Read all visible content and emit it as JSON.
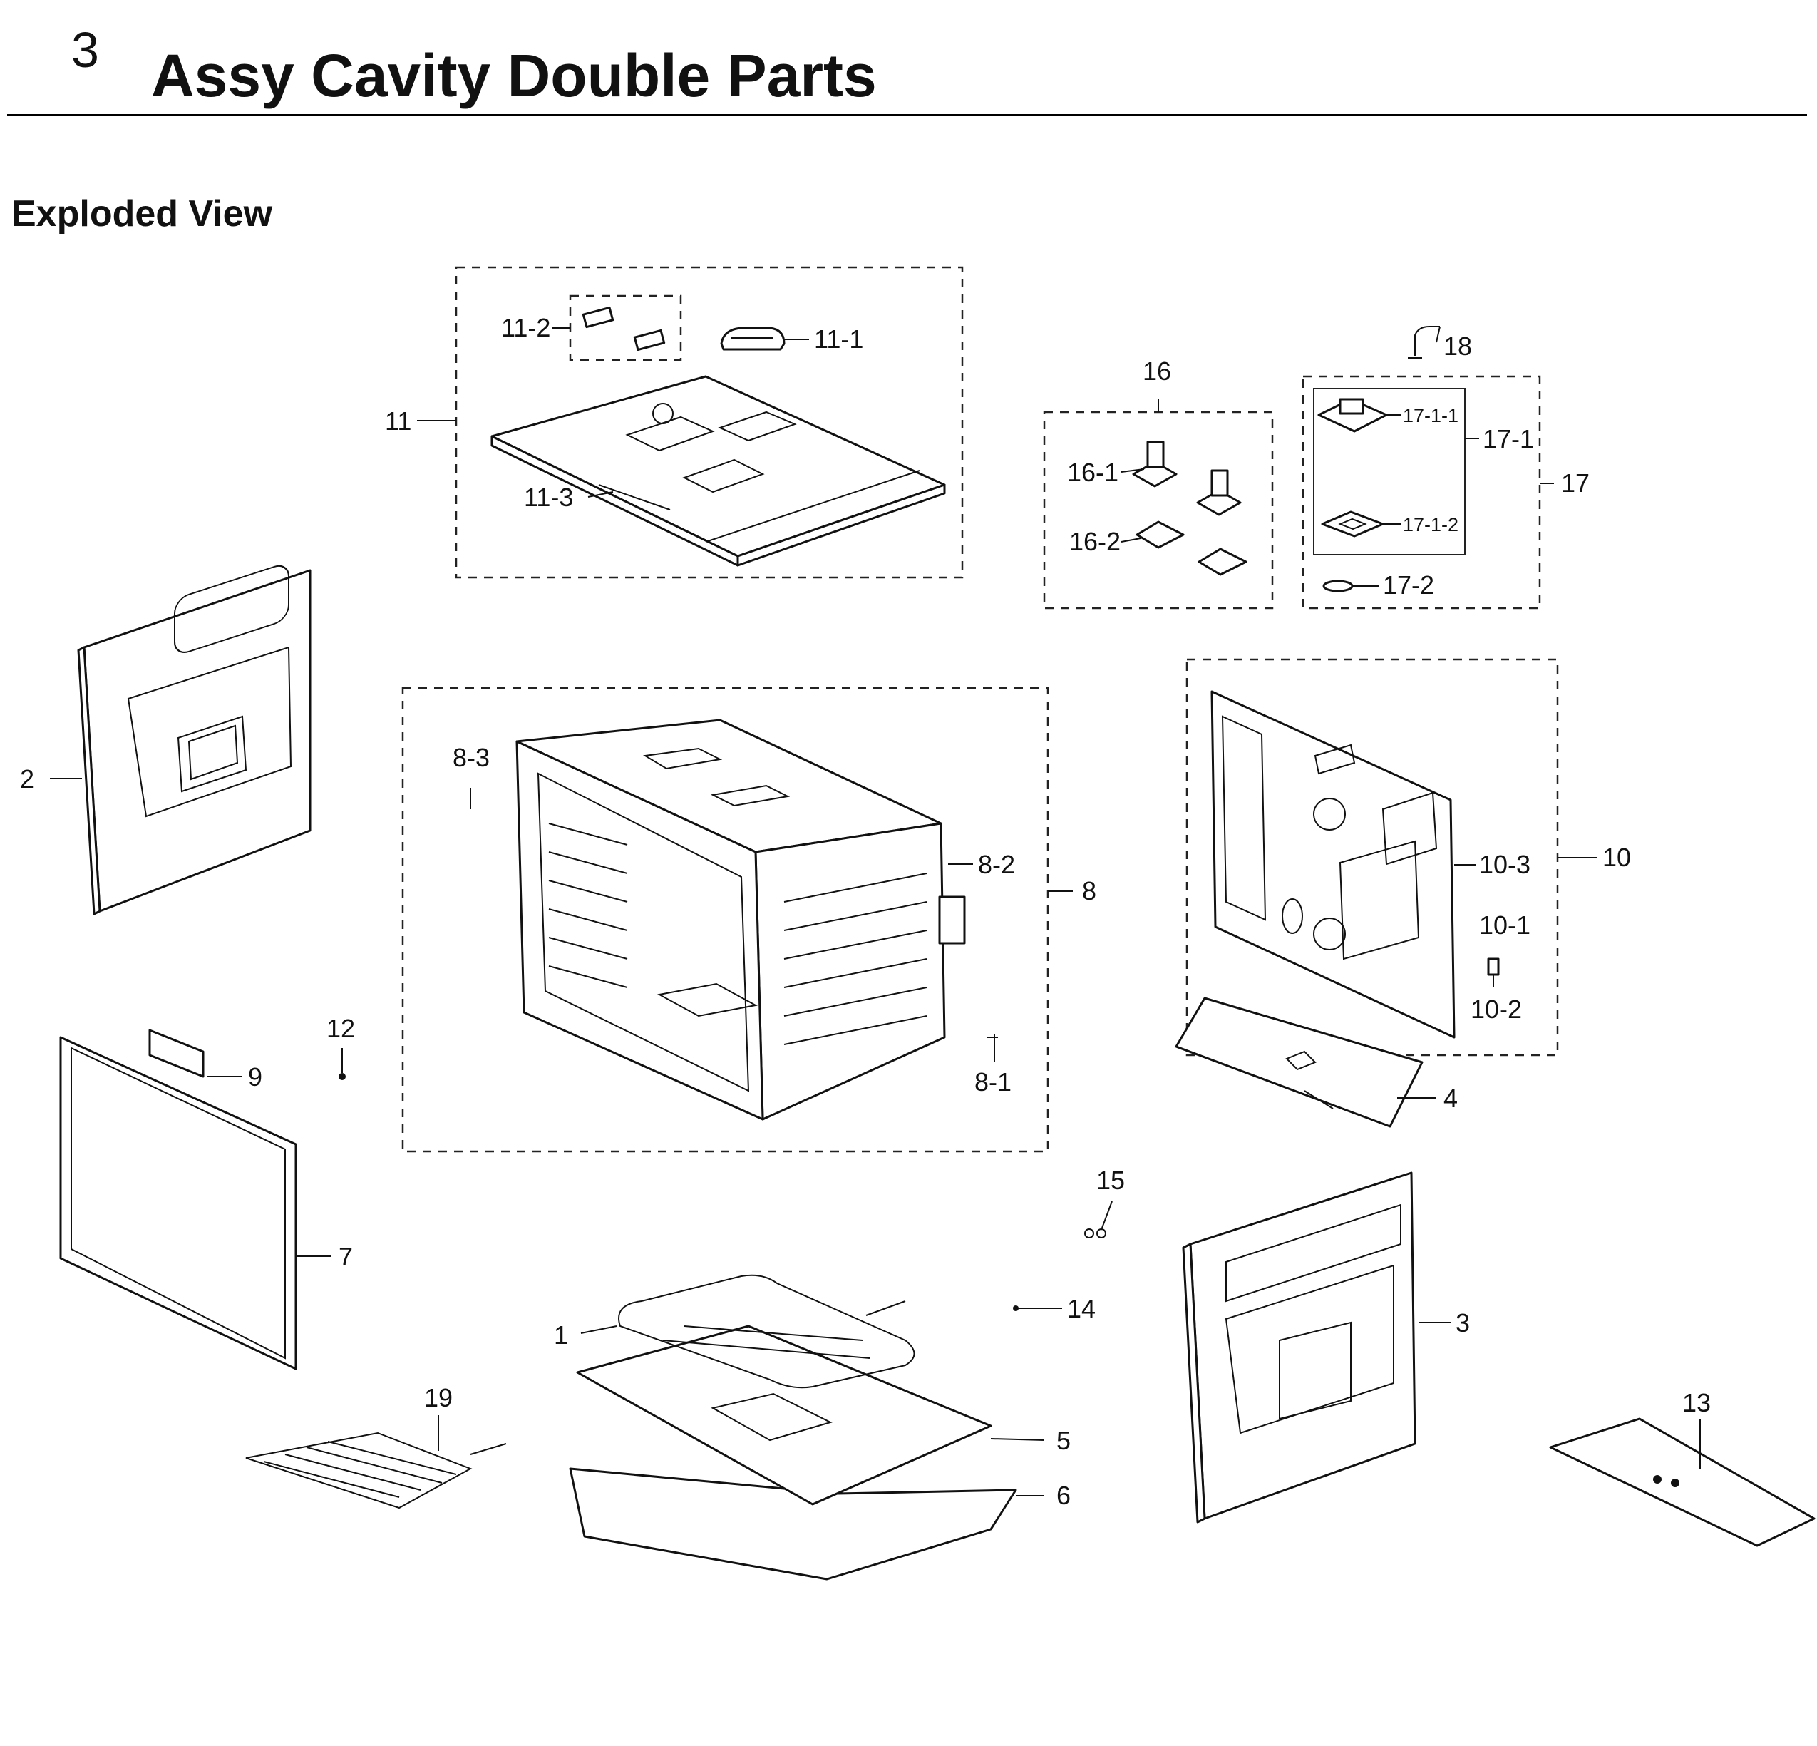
{
  "header": {
    "section_number": "3",
    "title": "Assy Cavity Double Parts"
  },
  "subtitle": "Exploded View",
  "callouts": {
    "c1": "1",
    "c2": "2",
    "c3": "3",
    "c4": "4",
    "c5": "5",
    "c6": "6",
    "c7": "7",
    "c8": "8",
    "c8_1": "8-1",
    "c8_2": "8-2",
    "c8_3": "8-3",
    "c9": "9",
    "c10": "10",
    "c10_1": "10-1",
    "c10_2": "10-2",
    "c10_3": "10-3",
    "c11": "11",
    "c11_1": "11-1",
    "c11_2": "11-2",
    "c11_3": "11-3",
    "c12": "12",
    "c13": "13",
    "c14": "14",
    "c15": "15",
    "c16": "16",
    "c16_1": "16-1",
    "c16_2": "16-2",
    "c17": "17",
    "c17_1": "17-1",
    "c17_1_1": "17-1-1",
    "c17_1_2": "17-1-2",
    "c17_2": "17-2",
    "c18": "18",
    "c19": "19"
  }
}
